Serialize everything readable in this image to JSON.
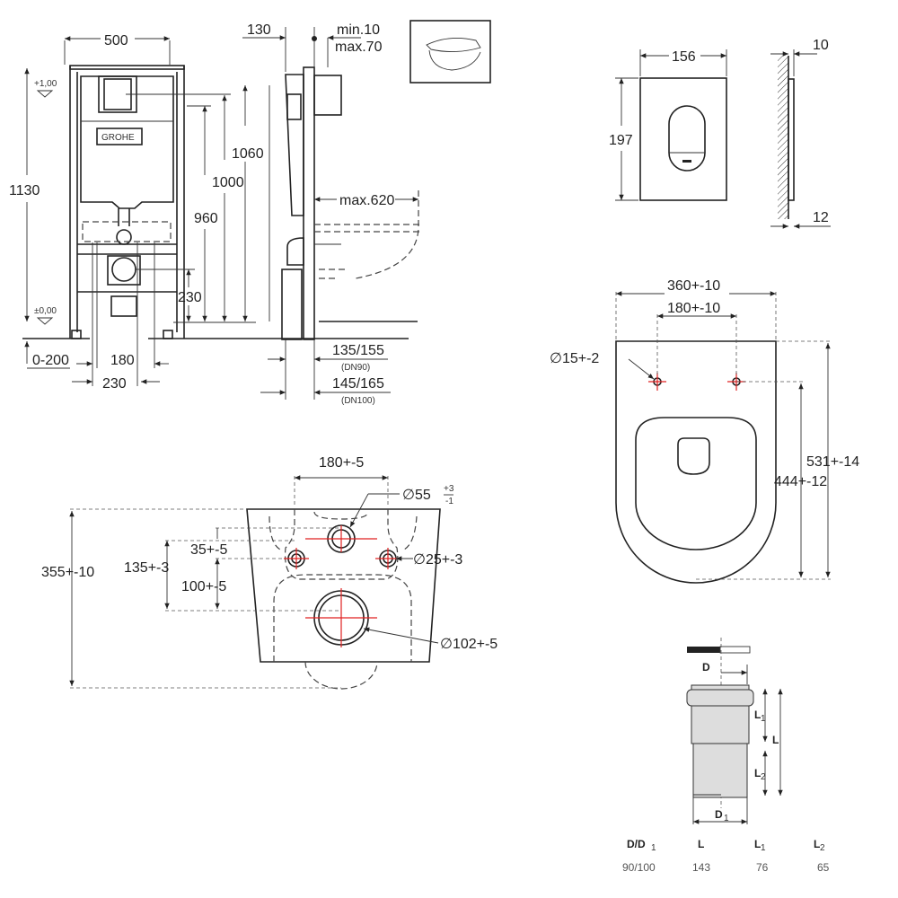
{
  "installation_frame": {
    "width": "500",
    "depth_front": "130",
    "plate_min": "min.10",
    "plate_max": "max.70",
    "height_total": "1130",
    "height_1060": "1060",
    "height_1000": "1000",
    "height_960": "960",
    "height_230": "230",
    "level_top": "+1,00",
    "level_zero": "±0,00",
    "foot_adjust": "0-200",
    "bolt_spacing_180": "180",
    "bolt_spacing_230": "230",
    "bowl_projection": "max.620",
    "drain_dn90": "135/155",
    "drain_dn90_label": "(DN90)",
    "drain_dn100": "145/165",
    "drain_dn100_label": "(DN100)"
  },
  "flush_plate": {
    "width": "156",
    "height": "197",
    "thickness_top": "10",
    "thickness_bottom": "12"
  },
  "seat": {
    "width": "360+-10",
    "hinge_spacing": "180+-10",
    "hinge_hole": "∅15+-2",
    "length": "531+-14",
    "length_hinge": "444+-12"
  },
  "bowl": {
    "bolt_spacing": "180+-5",
    "inlet": "∅55",
    "inlet_tol_plus": "+3",
    "inlet_tol_minus": "-1",
    "inlet_offset": "35+-5",
    "bolt_height": "135+-3",
    "outlet_offset": "100+-5",
    "bowl_depth": "355+-10",
    "bolt_hole": "∅25+-3",
    "outlet": "∅102+-5"
  },
  "pipe": {
    "label_D": "D",
    "label_D1": "D",
    "label_L": "L",
    "label_L1": "L",
    "label_L2": "L",
    "sub_1": "1",
    "sub_2": "2",
    "table": {
      "headers": [
        "D/D",
        "L",
        "L",
        "L"
      ],
      "header_subs": [
        "1",
        "",
        "1",
        "2"
      ],
      "values": [
        "90/100",
        "143",
        "76",
        "65"
      ]
    }
  }
}
